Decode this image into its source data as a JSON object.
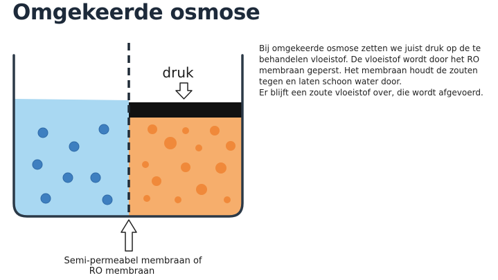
{
  "title": "Omgekeerde osmose",
  "diagram": {
    "pressure_label": "druk",
    "membrane_label_line1": "Semi-permeabel membraan of",
    "membrane_label_line2": "RO membraan",
    "colors": {
      "clean_water": "#a9d8f2",
      "salt_water": "#f6ae6c",
      "clean_particle": "#3e7fc0",
      "salt_particle": "#f0893a",
      "piston": "#111111",
      "container": "#2b3947"
    }
  },
  "description": {
    "paragraph1": "Bij omgekeerde osmose zetten we juist druk op de te behandelen vloeistof. De vloeistof wordt door het RO membraan geperst. Het membraan houdt de zouten tegen en laten schoon water door.",
    "paragraph2": "Er blijft een zoute vloeistof over, die wordt afgevoerd."
  }
}
